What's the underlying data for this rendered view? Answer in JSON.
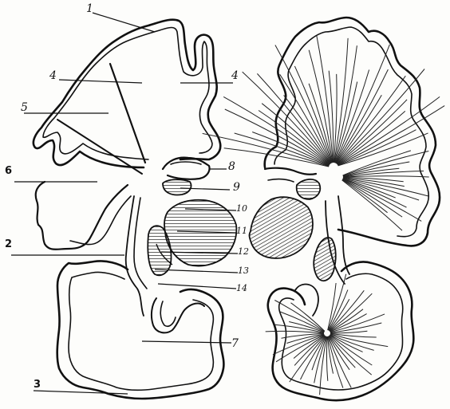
{
  "labels": {
    "l1": "1",
    "l2": "2",
    "l3": "3",
    "l4a": "4",
    "l4b": "4",
    "l5": "5",
    "l6": "6",
    "l7": "7",
    "l8": "8",
    "l9": "9",
    "l10": "10",
    "l11": "11",
    "l12": "12",
    "l13": "13",
    "l14": "14"
  },
  "colors": {
    "ink": "#111111",
    "paper": "#fdfdfb"
  }
}
